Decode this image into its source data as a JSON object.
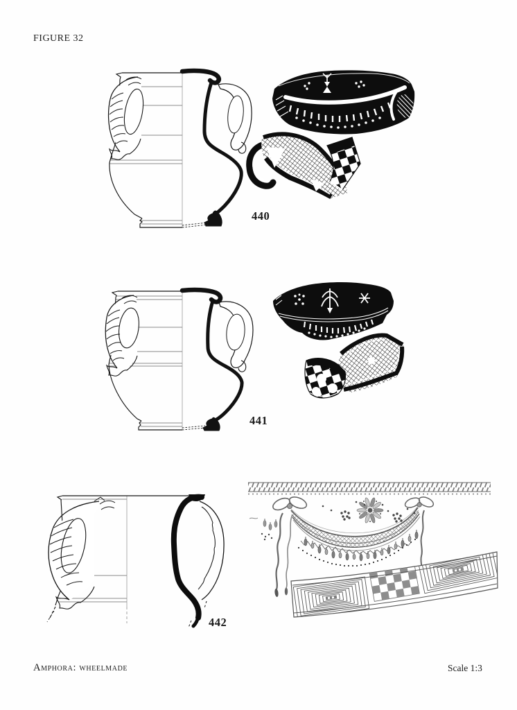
{
  "page": {
    "figure_label": "FIGURE 32",
    "footer": {
      "caption": "Amphora: wheelmade",
      "scale": "Scale 1:3"
    }
  },
  "items": [
    {
      "number": "440"
    },
    {
      "number": "441"
    },
    {
      "number": "442"
    }
  ]
}
